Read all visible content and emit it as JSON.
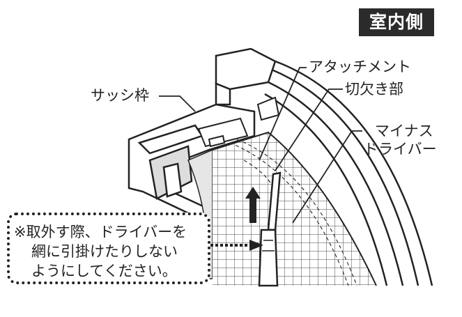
{
  "badge": "室内側",
  "labels": {
    "sash_frame": "サッシ枠",
    "attachment": "アタッチメント",
    "notch": "切欠き部",
    "screwdriver_line1": "マイナス",
    "screwdriver_line2": "ドライバー"
  },
  "caution": {
    "line1": "※取外す際、ドライバーを",
    "line2": "網に引掛けたりしない",
    "line3": "ようにしてください。"
  },
  "colors": {
    "ink": "#222222",
    "badge_bg": "#2b2b2b",
    "badge_text": "#ffffff",
    "screen_fill": "#e6e6e6"
  },
  "icons": [
    "up-arrow-icon"
  ]
}
